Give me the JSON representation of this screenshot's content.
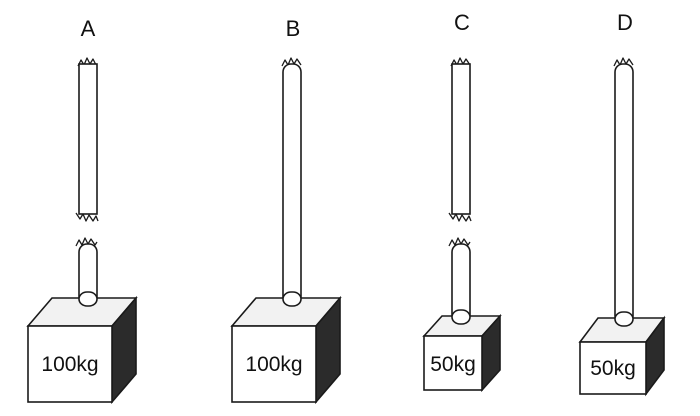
{
  "figure": {
    "scenarios": [
      {
        "id": "A",
        "label": "A",
        "mass_label": "100kg",
        "rope": "cut"
      },
      {
        "id": "B",
        "label": "B",
        "mass_label": "100kg",
        "rope": "intact"
      },
      {
        "id": "C",
        "label": "C",
        "mass_label": "50kg",
        "rope": "cut"
      },
      {
        "id": "D",
        "label": "D",
        "mass_label": "50kg",
        "rope": "intact"
      }
    ]
  }
}
